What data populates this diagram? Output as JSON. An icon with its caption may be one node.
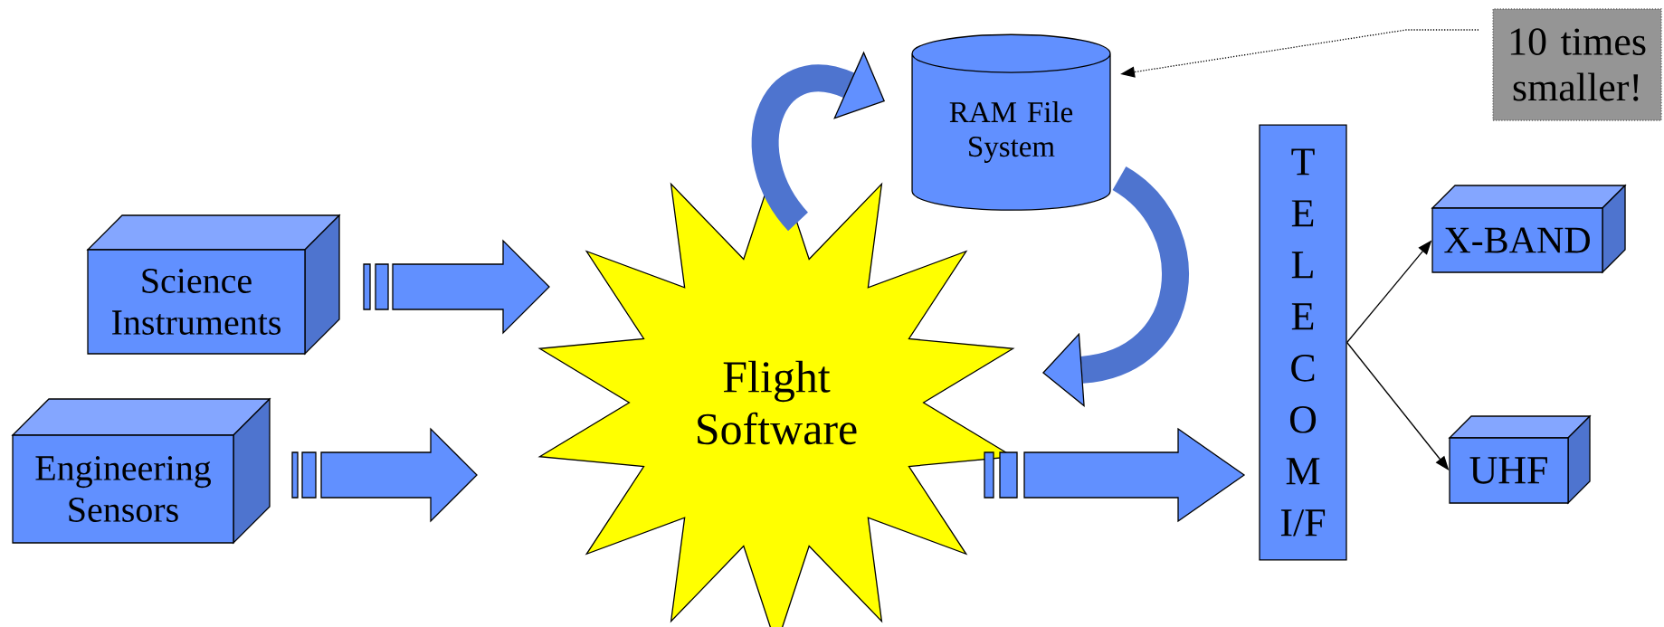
{
  "diagram": {
    "nodes": [
      {
        "text": [
          "Science Instruments"
        ]
      },
      {
        "text": [
          "Engineering Sensors"
        ]
      },
      {
        "text": [
          "Flight Software"
        ]
      },
      {
        "text": [
          "RAM File System"
        ]
      },
      {
        "text": [
          "T E L E C O M I/F"
        ]
      },
      {
        "text": [
          "X-BAND"
        ]
      },
      {
        "text": [
          "UHF"
        ]
      },
      {
        "text": [
          "10 times smaller!"
        ]
      }
    ],
    "edges": [
      {
        "from": 0,
        "to": 2,
        "arrow": "to",
        "style": "thick"
      },
      {
        "from": 1,
        "to": 2,
        "arrow": "to",
        "style": "thick"
      },
      {
        "from": 2,
        "to": 4,
        "arrow": "to",
        "style": "thick"
      },
      {
        "from": 2,
        "to": 3,
        "arrow": "to",
        "style": "thick",
        "color": "#4e74cf"
      },
      {
        "from": 3,
        "to": 2,
        "arrow": "to",
        "style": "thick",
        "color": "#4e74cf"
      },
      {
        "from": 4,
        "to": 5,
        "arrow": "to"
      },
      {
        "from": 4,
        "to": 6,
        "arrow": "to"
      },
      {
        "from": 7,
        "to": 3,
        "arrow": "to",
        "style": "dashed"
      }
    ]
  }
}
